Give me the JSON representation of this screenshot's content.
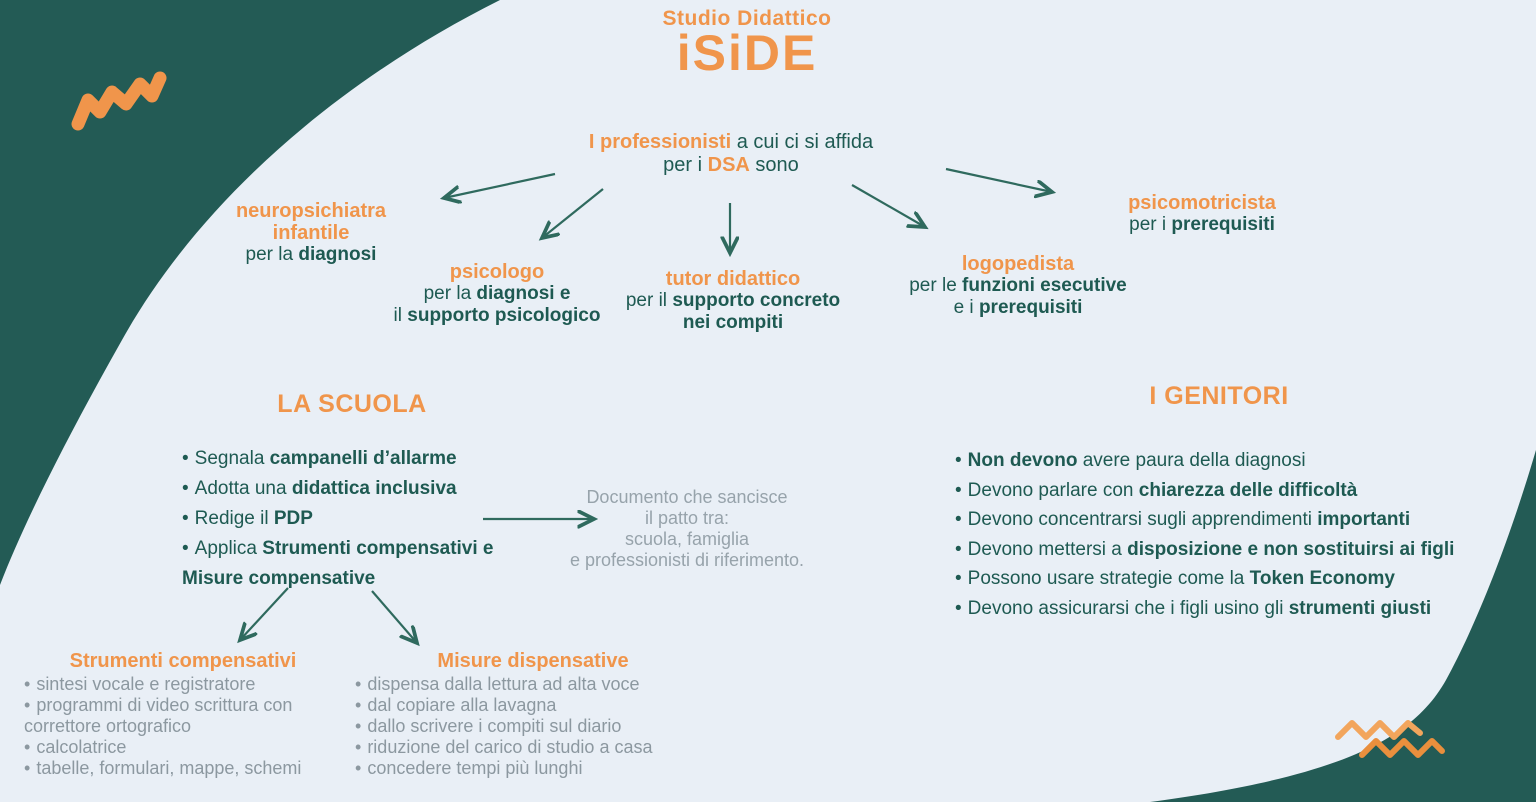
{
  "ui": {
    "bullet": "•"
  },
  "header": {
    "kicker": "Studio Didattico",
    "logo": "iSiDE"
  },
  "intro": {
    "l1_bold": "I professionisti",
    "l1_rest": " a cui ci si affida",
    "l2_pre": "per i ",
    "l2_bold": "DSA",
    "l2_post": " sono"
  },
  "professionals": [
    {
      "title1": "neuropsichiatra",
      "title2": "infantile",
      "d1_pre": "per la ",
      "d1_bold": "diagnosi"
    },
    {
      "title1": "psicologo",
      "d1_pre": "per la ",
      "d1_bold": "diagnosi e",
      "d2_pre": "il ",
      "d2_bold": "supporto psicologico"
    },
    {
      "title1": "tutor didattico",
      "d1_pre": "per il ",
      "d1_bold": "supporto concreto",
      "d2_pre": "",
      "d2_bold": "nei compiti"
    },
    {
      "title1": "logopedista",
      "d1_pre": "per le ",
      "d1_bold": "funzioni esecutive",
      "d2_pre": "e i ",
      "d2_bold": "prerequisiti"
    },
    {
      "title1": "psicomotricista",
      "d1_pre": "per i ",
      "d1_bold": "prerequisiti"
    }
  ],
  "school": {
    "title": "LA SCUOLA",
    "bullets": [
      {
        "pre": "Segnala ",
        "bold": "campanelli d’allarme"
      },
      {
        "pre": "Adotta una ",
        "bold": "didattica inclusiva"
      },
      {
        "pre": "Redige il ",
        "bold": "PDP"
      },
      {
        "pre": "Applica ",
        "bold": "Strumenti compensativi e Misure compensative"
      }
    ]
  },
  "pdp_note": {
    "lines": [
      "Documento che sancisce",
      "il patto tra:",
      "scuola, famiglia",
      "e professionisti di riferimento."
    ]
  },
  "parents": {
    "title": "I GENITORI",
    "bullets": [
      {
        "pre": "",
        "bold": "Non devono",
        "post": " avere paura della diagnosi"
      },
      {
        "pre": "Devono parlare con ",
        "bold": "chiarezza delle difficoltà",
        "post": ""
      },
      {
        "pre": "Devono concentrarsi sugli apprendimenti ",
        "bold": "importanti",
        "post": ""
      },
      {
        "pre": "Devono mettersi a ",
        "bold": "disposizione e non sostituirsi ai figli",
        "post": ""
      },
      {
        "pre": "Possono usare strategie come la ",
        "bold": "Token Economy",
        "post": ""
      },
      {
        "pre": "Devono assicurarsi che i figli usino gli ",
        "bold": "strumenti giusti",
        "post": ""
      }
    ]
  },
  "tools": {
    "title": "Strumenti compensativi",
    "items": [
      "sintesi vocale e registratore",
      "programmi di video scrittura con correttore ortografico",
      "calcolatrice",
      "tabelle, formulari, mappe, schemi"
    ]
  },
  "measures": {
    "title": "Misure dispensative",
    "items": [
      "dispensa dalla lettura ad alta voce",
      "dal copiare alla lavagna",
      "dallo scrivere i compiti sul diario",
      "riduzione del carico di studio a casa",
      "concedere tempi più lunghi"
    ]
  },
  "colors": {
    "orange": "#F0954B",
    "teal_text": "#1E5A52",
    "teal_blob": "#235B55",
    "gray_text": "#97A3AB",
    "background": "#E9EFF6",
    "arrow": "#2F6A5E",
    "zigzag_light": "#F2A55C",
    "zigzag_dark": "#E98F3D"
  }
}
